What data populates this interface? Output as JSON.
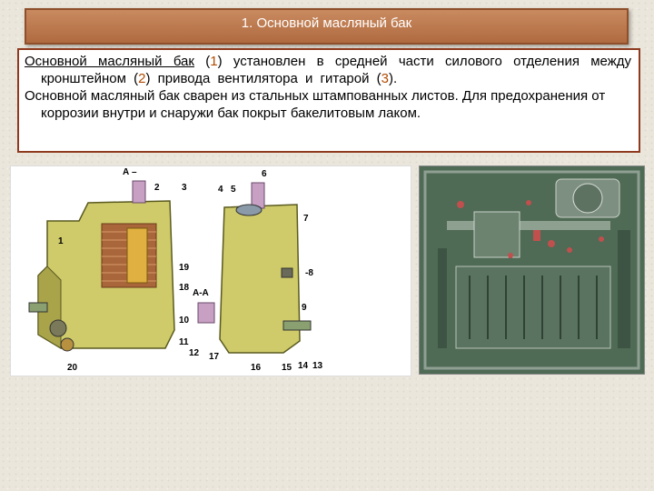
{
  "slide": {
    "title": "1. Основной масляный бак",
    "paragraph1": {
      "part_a": "Основной масляный бак",
      "part_b": " (",
      "n1": "1",
      "part_c": ") установлен в средней части силового отделения между кронштейном (",
      "n2": "2",
      "part_d": ") привода вентилятора и гитарой (",
      "n3": "3",
      "part_e": ")."
    },
    "paragraph2": "Основной масляный бак сварен из стальных штампованных листов. Для предохранения от коррозии внутри и снаружи бак покрыт бакелитовым лаком.",
    "diagram": {
      "section_a": "А –",
      "section_aa": "А-А",
      "labels": {
        "l1": "1",
        "l2": "2",
        "l3": "3",
        "l4": "4",
        "l5": "5",
        "l6": "6",
        "l7": "7",
        "l8": "-8",
        "l9": "9",
        "l10": "10",
        "l11": "11",
        "l12": "12",
        "l13": "13",
        "l14": "14",
        "l15": "15",
        "l16": "16",
        "l17": "17",
        "l18": "18",
        "l19": "19",
        "l20": "20"
      }
    }
  },
  "colors": {
    "title_bg": "#b06a40",
    "title_border": "#8e4f2b",
    "text_box_border": "#8e3a1e",
    "number_accent": "#b24a00",
    "tank_fill": "#cfcb6a",
    "photo_green": "#4f6a55"
  }
}
